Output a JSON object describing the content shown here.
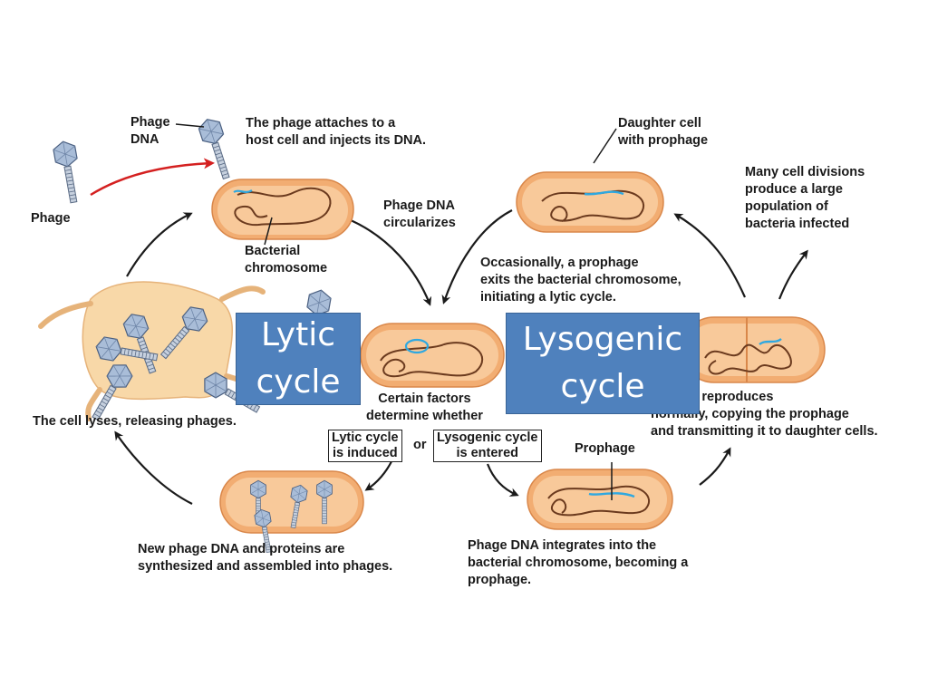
{
  "labels": {
    "phage_dna": "Phage\nDNA",
    "phage": "Phage",
    "attach": "The phage attaches to a\nhost cell and injects its DNA.",
    "circularizes": "Phage DNA\ncircularizes",
    "bacterial_chromosome": "Bacterial\nchromosome",
    "lyses": "The cell lyses, releasing phages.",
    "certain_factors": "Certain factors\ndetermine whether",
    "lytic_induced": "Lytic cycle\nis induced",
    "or": "or",
    "lysogenic_entered": "Lysogenic cycle\nis entered",
    "new_phage_dna": "New phage DNA and proteins are\nsynthesized and assembled into phages.",
    "prophage": "Prophage",
    "integrates": "Phage DNA integrates into the\nbacterial chromosome, becoming a\nprophage.",
    "daughter_cell": "Daughter cell\nwith prophage",
    "occasionally": "Occasionally, a prophage\nexits the bacterial chromosome,\ninitiating a lytic cycle.",
    "many_divisions": "Many cell divisions\nproduce a large\npopulation of\nbacteria infected",
    "reproduces": "cterium reproduces\nnormally, copying the prophage\nand transmitting it to daughter cells."
  },
  "overlays": {
    "lytic_title": [
      "Lytic",
      "cycle"
    ],
    "lysogenic_title": [
      "Lysogenic",
      "cycle"
    ]
  },
  "colors": {
    "cell_fill": "#f6c08c",
    "cell_rim": "#e8935a",
    "cell_inner": "#fbe0c2",
    "chromosome": "#6b3a1e",
    "phage_dna": "#2fa8e0",
    "phage_capsid": "#8fa9c9",
    "title_box": "#4f81bd",
    "red_arrow": "#d42020"
  }
}
